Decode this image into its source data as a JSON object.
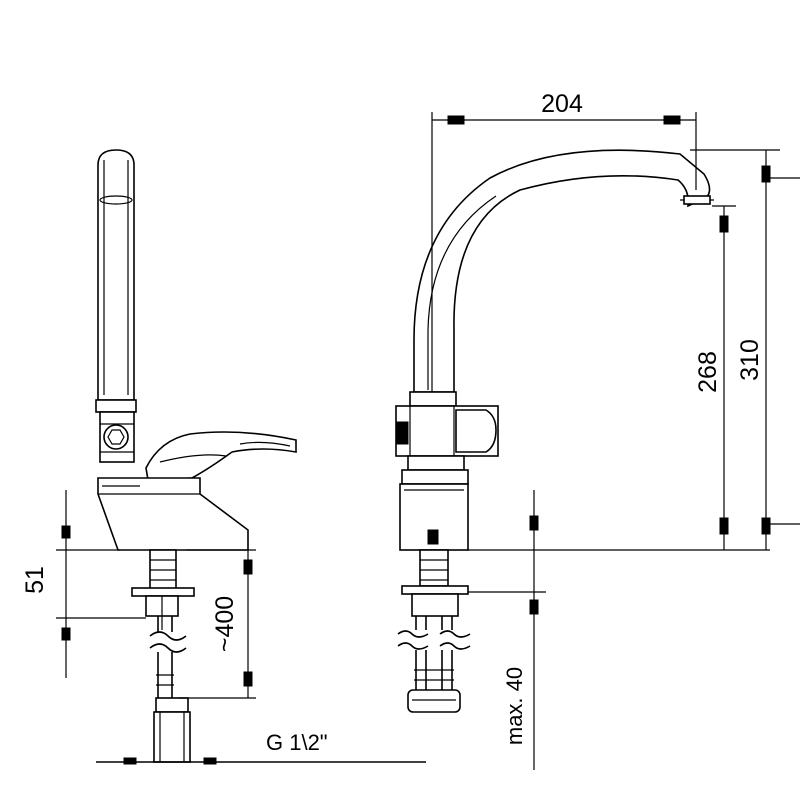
{
  "dimensions": {
    "reach": "204",
    "spout_height": "268",
    "total_height": "310",
    "body_height": "51",
    "hose_length": "~400",
    "max_thickness": "max. 40",
    "thread": "G 1\\2\""
  }
}
